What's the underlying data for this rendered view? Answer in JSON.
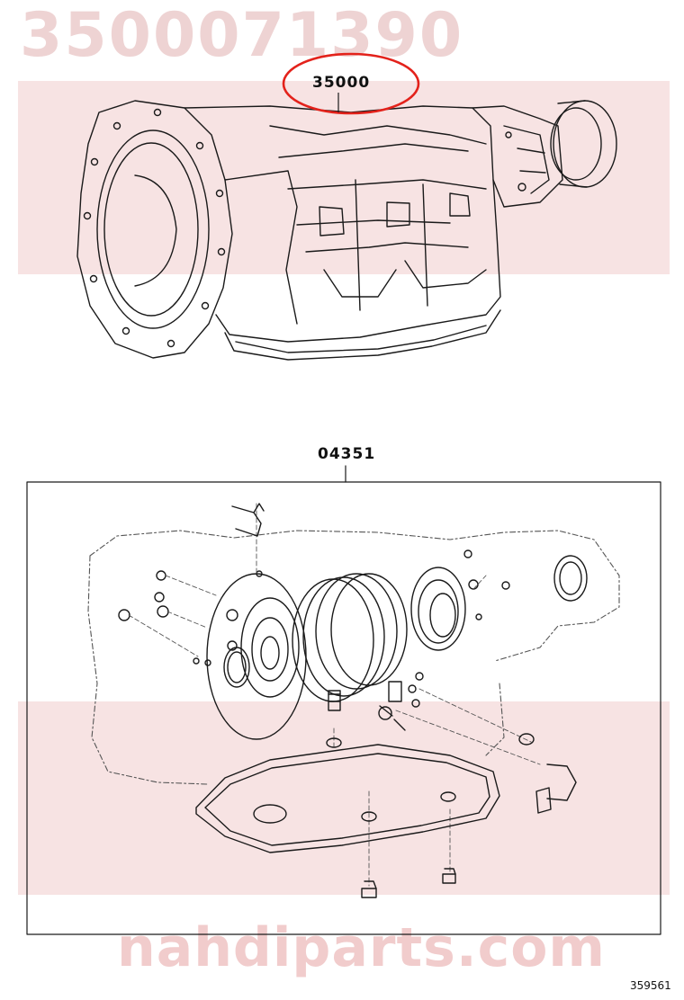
{
  "watermark": {
    "part_number": "3500071390",
    "brand_url": "nahdiparts.com",
    "band_colors": {
      "band": "#f7e3e3",
      "text": "#eed3d3",
      "url": "#f1cccc"
    }
  },
  "callouts": {
    "top_assembly": "35000",
    "gasket_kit": "04351"
  },
  "footer": {
    "illustration_id": "359561"
  },
  "highlight_color": "#e3221b"
}
